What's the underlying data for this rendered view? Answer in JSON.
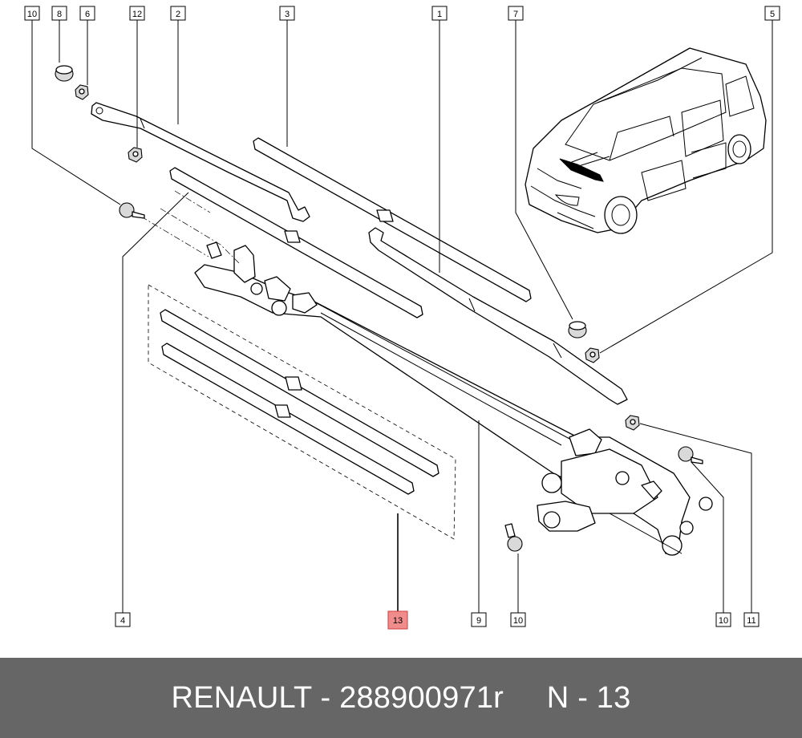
{
  "callouts": {
    "c1": "1",
    "c2": "2",
    "c3": "3",
    "c4": "4",
    "c5": "5",
    "c6": "6",
    "c7": "7",
    "c8": "8",
    "c9": "9",
    "c10a": "10",
    "c10b": "10",
    "c10c": "10",
    "c11": "11",
    "c12": "12",
    "c13": "13"
  },
  "colors": {
    "highlight": "#f08c8c",
    "footer_bg": "#666666",
    "footer_text": "#ffffff"
  },
  "footer": {
    "text": "RENAULT - 288900971r     N - 13"
  }
}
